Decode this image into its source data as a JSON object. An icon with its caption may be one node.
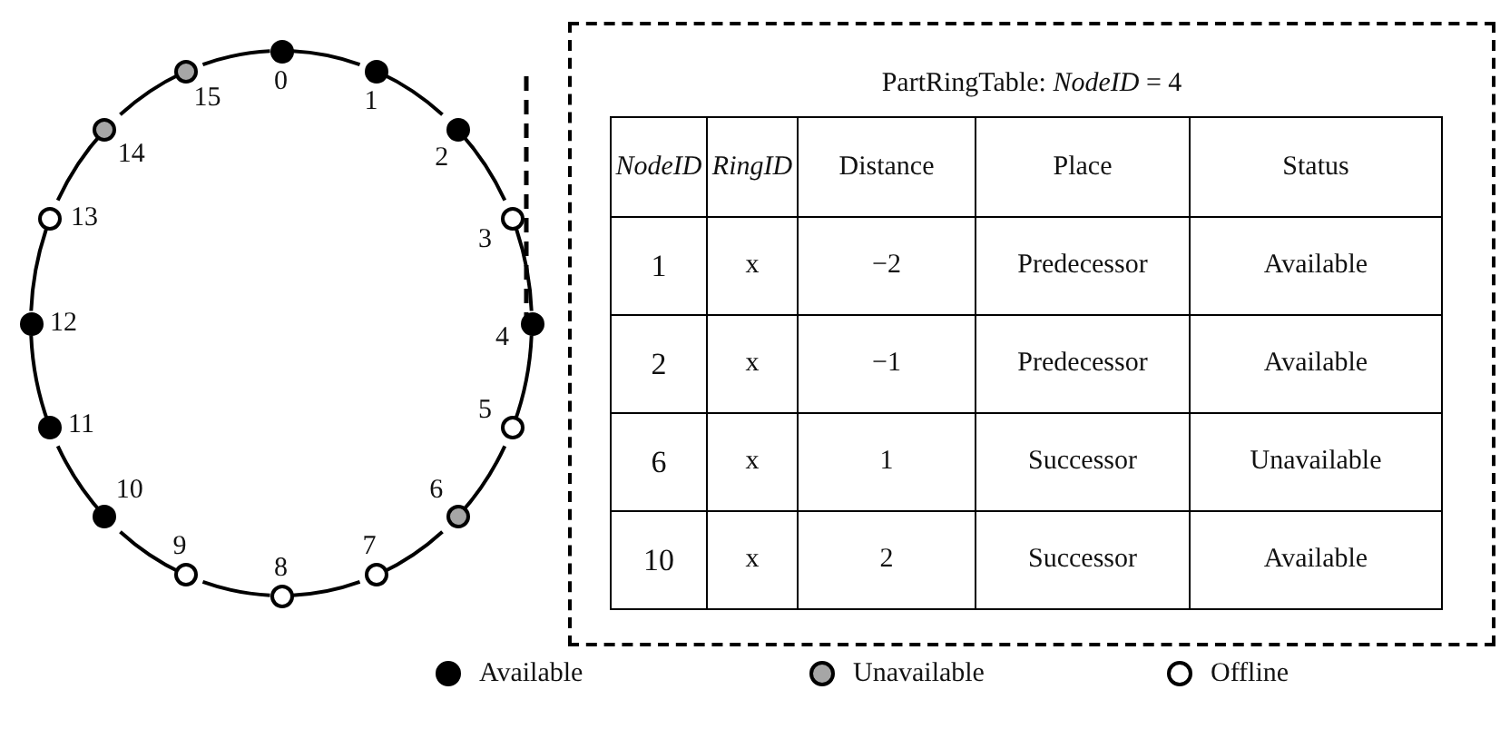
{
  "diagram": {
    "nodes": [
      {
        "text": [],
        "shape": "circle",
        "beside": [
          "0"
        ]
      },
      {
        "text": [],
        "shape": "circle",
        "beside": [
          "1"
        ]
      },
      {
        "text": [],
        "shape": "circle",
        "beside": [
          "2"
        ]
      },
      {
        "text": [],
        "shape": "circle",
        "beside": [
          "3"
        ]
      },
      {
        "text": [],
        "shape": "circle",
        "beside": [
          "4"
        ]
      },
      {
        "text": [],
        "shape": "circle",
        "beside": [
          "5"
        ]
      },
      {
        "text": [],
        "shape": "circle",
        "beside": [
          "6"
        ]
      },
      {
        "text": [],
        "shape": "circle",
        "beside": [
          "7"
        ]
      },
      {
        "text": [],
        "shape": "circle",
        "beside": [
          "8"
        ]
      },
      {
        "text": [],
        "shape": "circle",
        "beside": [
          "9"
        ]
      },
      {
        "text": [],
        "shape": "circle",
        "beside": [
          "10"
        ]
      },
      {
        "text": [],
        "shape": "circle",
        "beside": [
          "11"
        ]
      },
      {
        "text": [],
        "shape": "circle",
        "beside": [
          "12"
        ]
      },
      {
        "text": [],
        "shape": "circle",
        "beside": [
          "13"
        ]
      },
      {
        "text": [],
        "shape": "circle",
        "beside": [
          "14"
        ]
      },
      {
        "text": [],
        "shape": "circle",
        "beside": [
          "15"
        ]
      },
      {
        "text": [
          "PartRingTable: *NodeID* = 4"
        ]
      }
    ],
    "edges": [
      {
        "from": 0,
        "to": 1,
        "arrow": "none"
      },
      {
        "from": 1,
        "to": 2,
        "arrow": "none"
      },
      {
        "from": 2,
        "to": 3,
        "arrow": "none"
      },
      {
        "from": 3,
        "to": 4,
        "arrow": "none"
      },
      {
        "from": 4,
        "to": 5,
        "arrow": "none"
      },
      {
        "from": 5,
        "to": 6,
        "arrow": "none"
      },
      {
        "from": 6,
        "to": 7,
        "arrow": "none"
      },
      {
        "from": 7,
        "to": 8,
        "arrow": "none"
      },
      {
        "from": 8,
        "to": 9,
        "arrow": "none"
      },
      {
        "from": 9,
        "to": 10,
        "arrow": "none"
      },
      {
        "from": 10,
        "to": 11,
        "arrow": "none"
      },
      {
        "from": 11,
        "to": 12,
        "arrow": "none"
      },
      {
        "from": 12,
        "to": 13,
        "arrow": "none"
      },
      {
        "from": 13,
        "to": 14,
        "arrow": "none"
      },
      {
        "from": 14,
        "to": 15,
        "arrow": "none"
      },
      {
        "from": 15,
        "to": 0,
        "arrow": "none"
      }
    ],
    "labels": [
      "NodeID",
      "RingID",
      "Distance",
      "Place",
      "Status",
      "1",
      "x",
      "−2",
      "Predecessor",
      "Available",
      "2",
      "x",
      "−1",
      "Predecessor",
      "Available",
      "6",
      "x",
      "1",
      "Successor",
      "Unavailable",
      "10",
      "x",
      "2",
      "Successor",
      "Available"
    ],
    "legend": [
      {
        "text": "Available",
        "color": "#000000"
      },
      {
        "text": "Unavailable",
        "color": "#a6a6a6"
      },
      {
        "text": "Offline",
        "color": "#ffffff"
      }
    ]
  }
}
